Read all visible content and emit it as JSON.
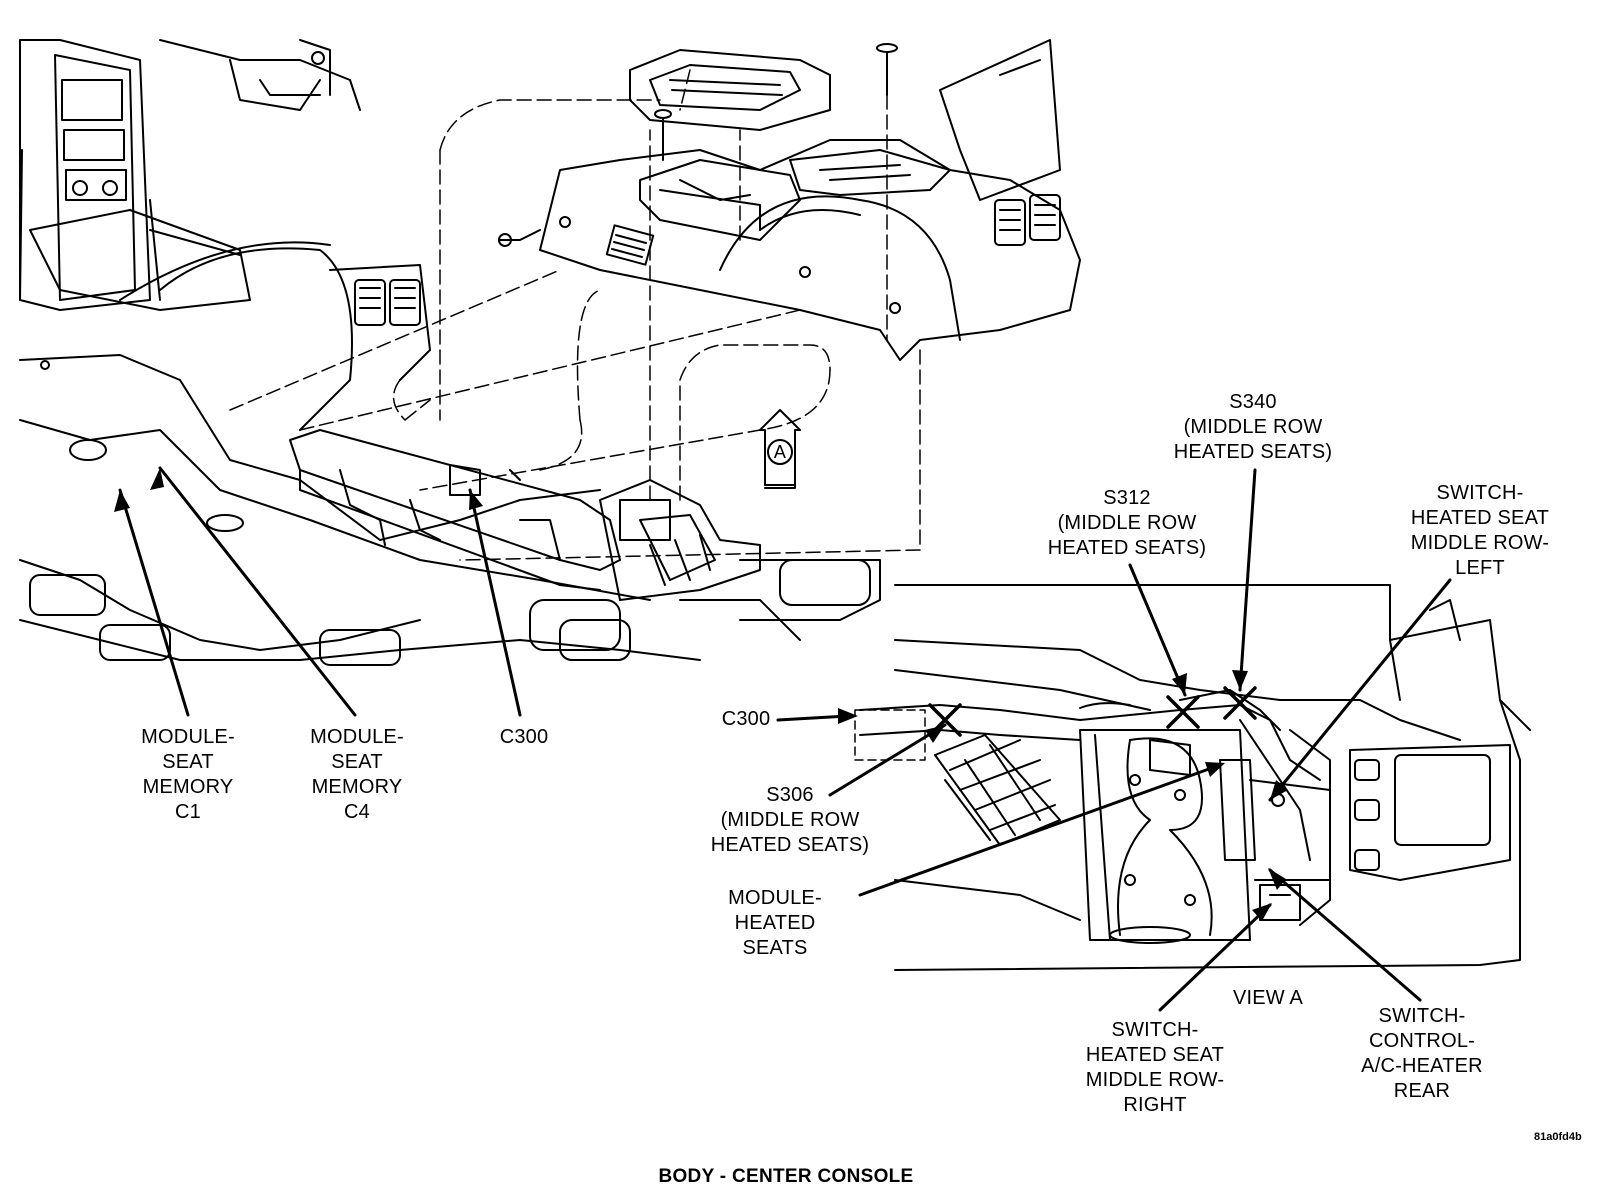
{
  "caption": "BODY - CENTER CONSOLE",
  "figure_code": "81a0fd4b",
  "view_marker": "A",
  "view_label": "VIEW A",
  "labels": {
    "module_seat_memory_c1": [
      "MODULE-",
      "SEAT",
      "MEMORY",
      "C1"
    ],
    "module_seat_memory_c4": [
      "MODULE-",
      "SEAT",
      "MEMORY",
      "C4"
    ],
    "c300_main": [
      "C300"
    ],
    "c300_view": [
      "C300"
    ],
    "s340": [
      "S340",
      "(MIDDLE ROW",
      "HEATED SEATS)"
    ],
    "s312": [
      "S312",
      "(MIDDLE ROW",
      "HEATED SEATS)"
    ],
    "s306": [
      "S306",
      "(MIDDLE ROW",
      "HEATED SEATS)"
    ],
    "switch_left": [
      "SWITCH-",
      "HEATED SEAT",
      "MIDDLE ROW-",
      "LEFT"
    ],
    "module_heated_seats": [
      "MODULE-",
      "HEATED",
      "SEATS"
    ],
    "switch_right": [
      "SWITCH-",
      "HEATED SEAT",
      "MIDDLE ROW-",
      "RIGHT"
    ],
    "switch_control": [
      "SWITCH-",
      "CONTROL-",
      "A/C-HEATER",
      "REAR"
    ]
  }
}
